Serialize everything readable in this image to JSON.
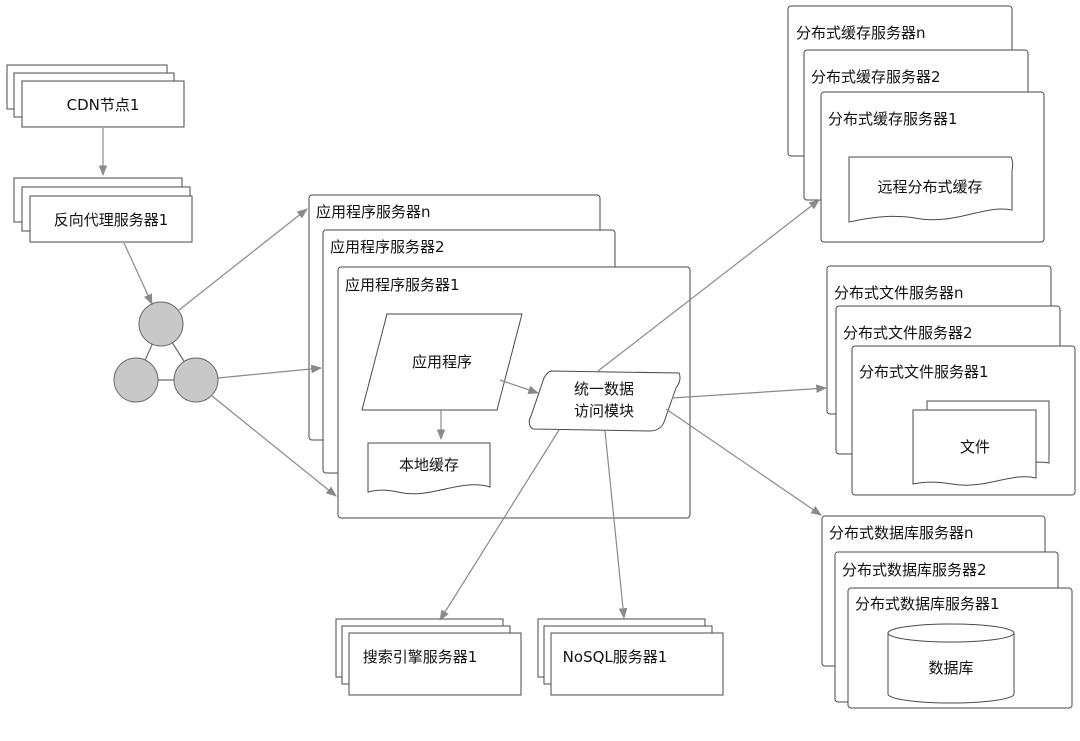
{
  "cdn": {
    "label": "CDN节点1"
  },
  "reverse_proxy": {
    "label": "反向代理服务器1"
  },
  "app_servers": {
    "n": "应用程序服务器n",
    "two": "应用程序服务器2",
    "one": "应用程序服务器1"
  },
  "app": {
    "program": "应用程序",
    "local_cache": "本地缓存",
    "data_access": [
      "统一数据",
      "访问模块"
    ]
  },
  "cache_servers": {
    "n": "分布式缓存服务器n",
    "two": "分布式缓存服务器2",
    "one": "分布式缓存服务器1",
    "content": "远程分布式缓存"
  },
  "file_servers": {
    "n": "分布式文件服务器n",
    "two": "分布式文件服务器2",
    "one": "分布式文件服务器1",
    "content": "文件"
  },
  "db_servers": {
    "n": "分布式数据库服务器n",
    "two": "分布式数据库服务器2",
    "one": "分布式数据库服务器1",
    "content": "数据库"
  },
  "search": {
    "label": "搜索引擎服务器1"
  },
  "nosql": {
    "label": "NoSQL服务器1"
  }
}
